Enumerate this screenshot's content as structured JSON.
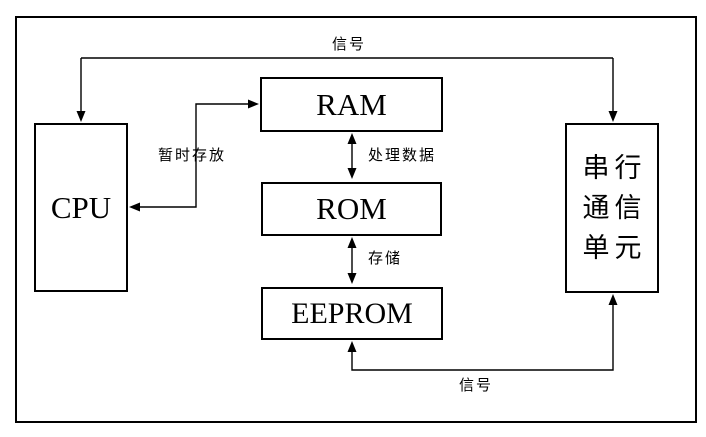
{
  "nodes": {
    "cpu": {
      "label": "CPU"
    },
    "ram": {
      "label": "RAM"
    },
    "rom": {
      "label": "ROM"
    },
    "eeprom": {
      "label": "EEPROM"
    },
    "serial_unit": {
      "label": "串行通信单元",
      "lines": [
        "串行",
        "通信",
        "单元"
      ]
    }
  },
  "edges": {
    "signal_top": {
      "label": "信号",
      "between": [
        "CPU",
        "串行通信单元"
      ],
      "arrows": "both-ends"
    },
    "temp_storage": {
      "label": "暂时存放",
      "between": [
        "CPU",
        "RAM"
      ],
      "arrows": "both-ends"
    },
    "process_data": {
      "label": "处理数据",
      "between": [
        "RAM",
        "ROM"
      ],
      "arrows": "both-ends"
    },
    "storage": {
      "label": "存储",
      "between": [
        "ROM",
        "EEPROM"
      ],
      "arrows": "both-ends"
    },
    "signal_bottom": {
      "label": "信号",
      "between": [
        "EEPROM",
        "串行通信单元"
      ],
      "arrows": "both-ends"
    }
  },
  "colors": {
    "line": "#000000",
    "background": "#ffffff",
    "text": "#000000"
  }
}
